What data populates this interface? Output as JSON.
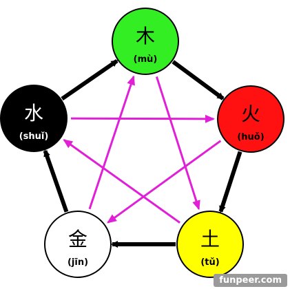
{
  "diagram": {
    "elements": [
      {
        "id": "wood",
        "hanzi": "木",
        "pinyin": "(mù)",
        "fill": "#33ee22",
        "text_color": "#000000"
      },
      {
        "id": "fire",
        "hanzi": "火",
        "pinyin": "(huǒ)",
        "fill": "#ff1111",
        "text_color": "#000000"
      },
      {
        "id": "earth",
        "hanzi": "土",
        "pinyin": "(tǔ)",
        "fill": "#ffff00",
        "text_color": "#000000"
      },
      {
        "id": "metal",
        "hanzi": "金",
        "pinyin": "(jīn)",
        "fill": "#ffffff",
        "text_color": "#000000"
      },
      {
        "id": "water",
        "hanzi": "水",
        "pinyin": "(shuǐ)",
        "fill": "#000000",
        "text_color": "#ffffff"
      }
    ],
    "generating_cycle": [
      [
        "wood",
        "fire"
      ],
      [
        "fire",
        "earth"
      ],
      [
        "earth",
        "metal"
      ],
      [
        "metal",
        "water"
      ],
      [
        "water",
        "wood"
      ]
    ],
    "overcoming_cycle": [
      [
        "wood",
        "earth"
      ],
      [
        "earth",
        "water"
      ],
      [
        "water",
        "fire"
      ],
      [
        "fire",
        "metal"
      ],
      [
        "metal",
        "wood"
      ]
    ],
    "colors": {
      "generating": "#000000",
      "overcoming": "#e01fd6",
      "node_stroke": "#000000"
    }
  },
  "watermark": "funpeer.com"
}
